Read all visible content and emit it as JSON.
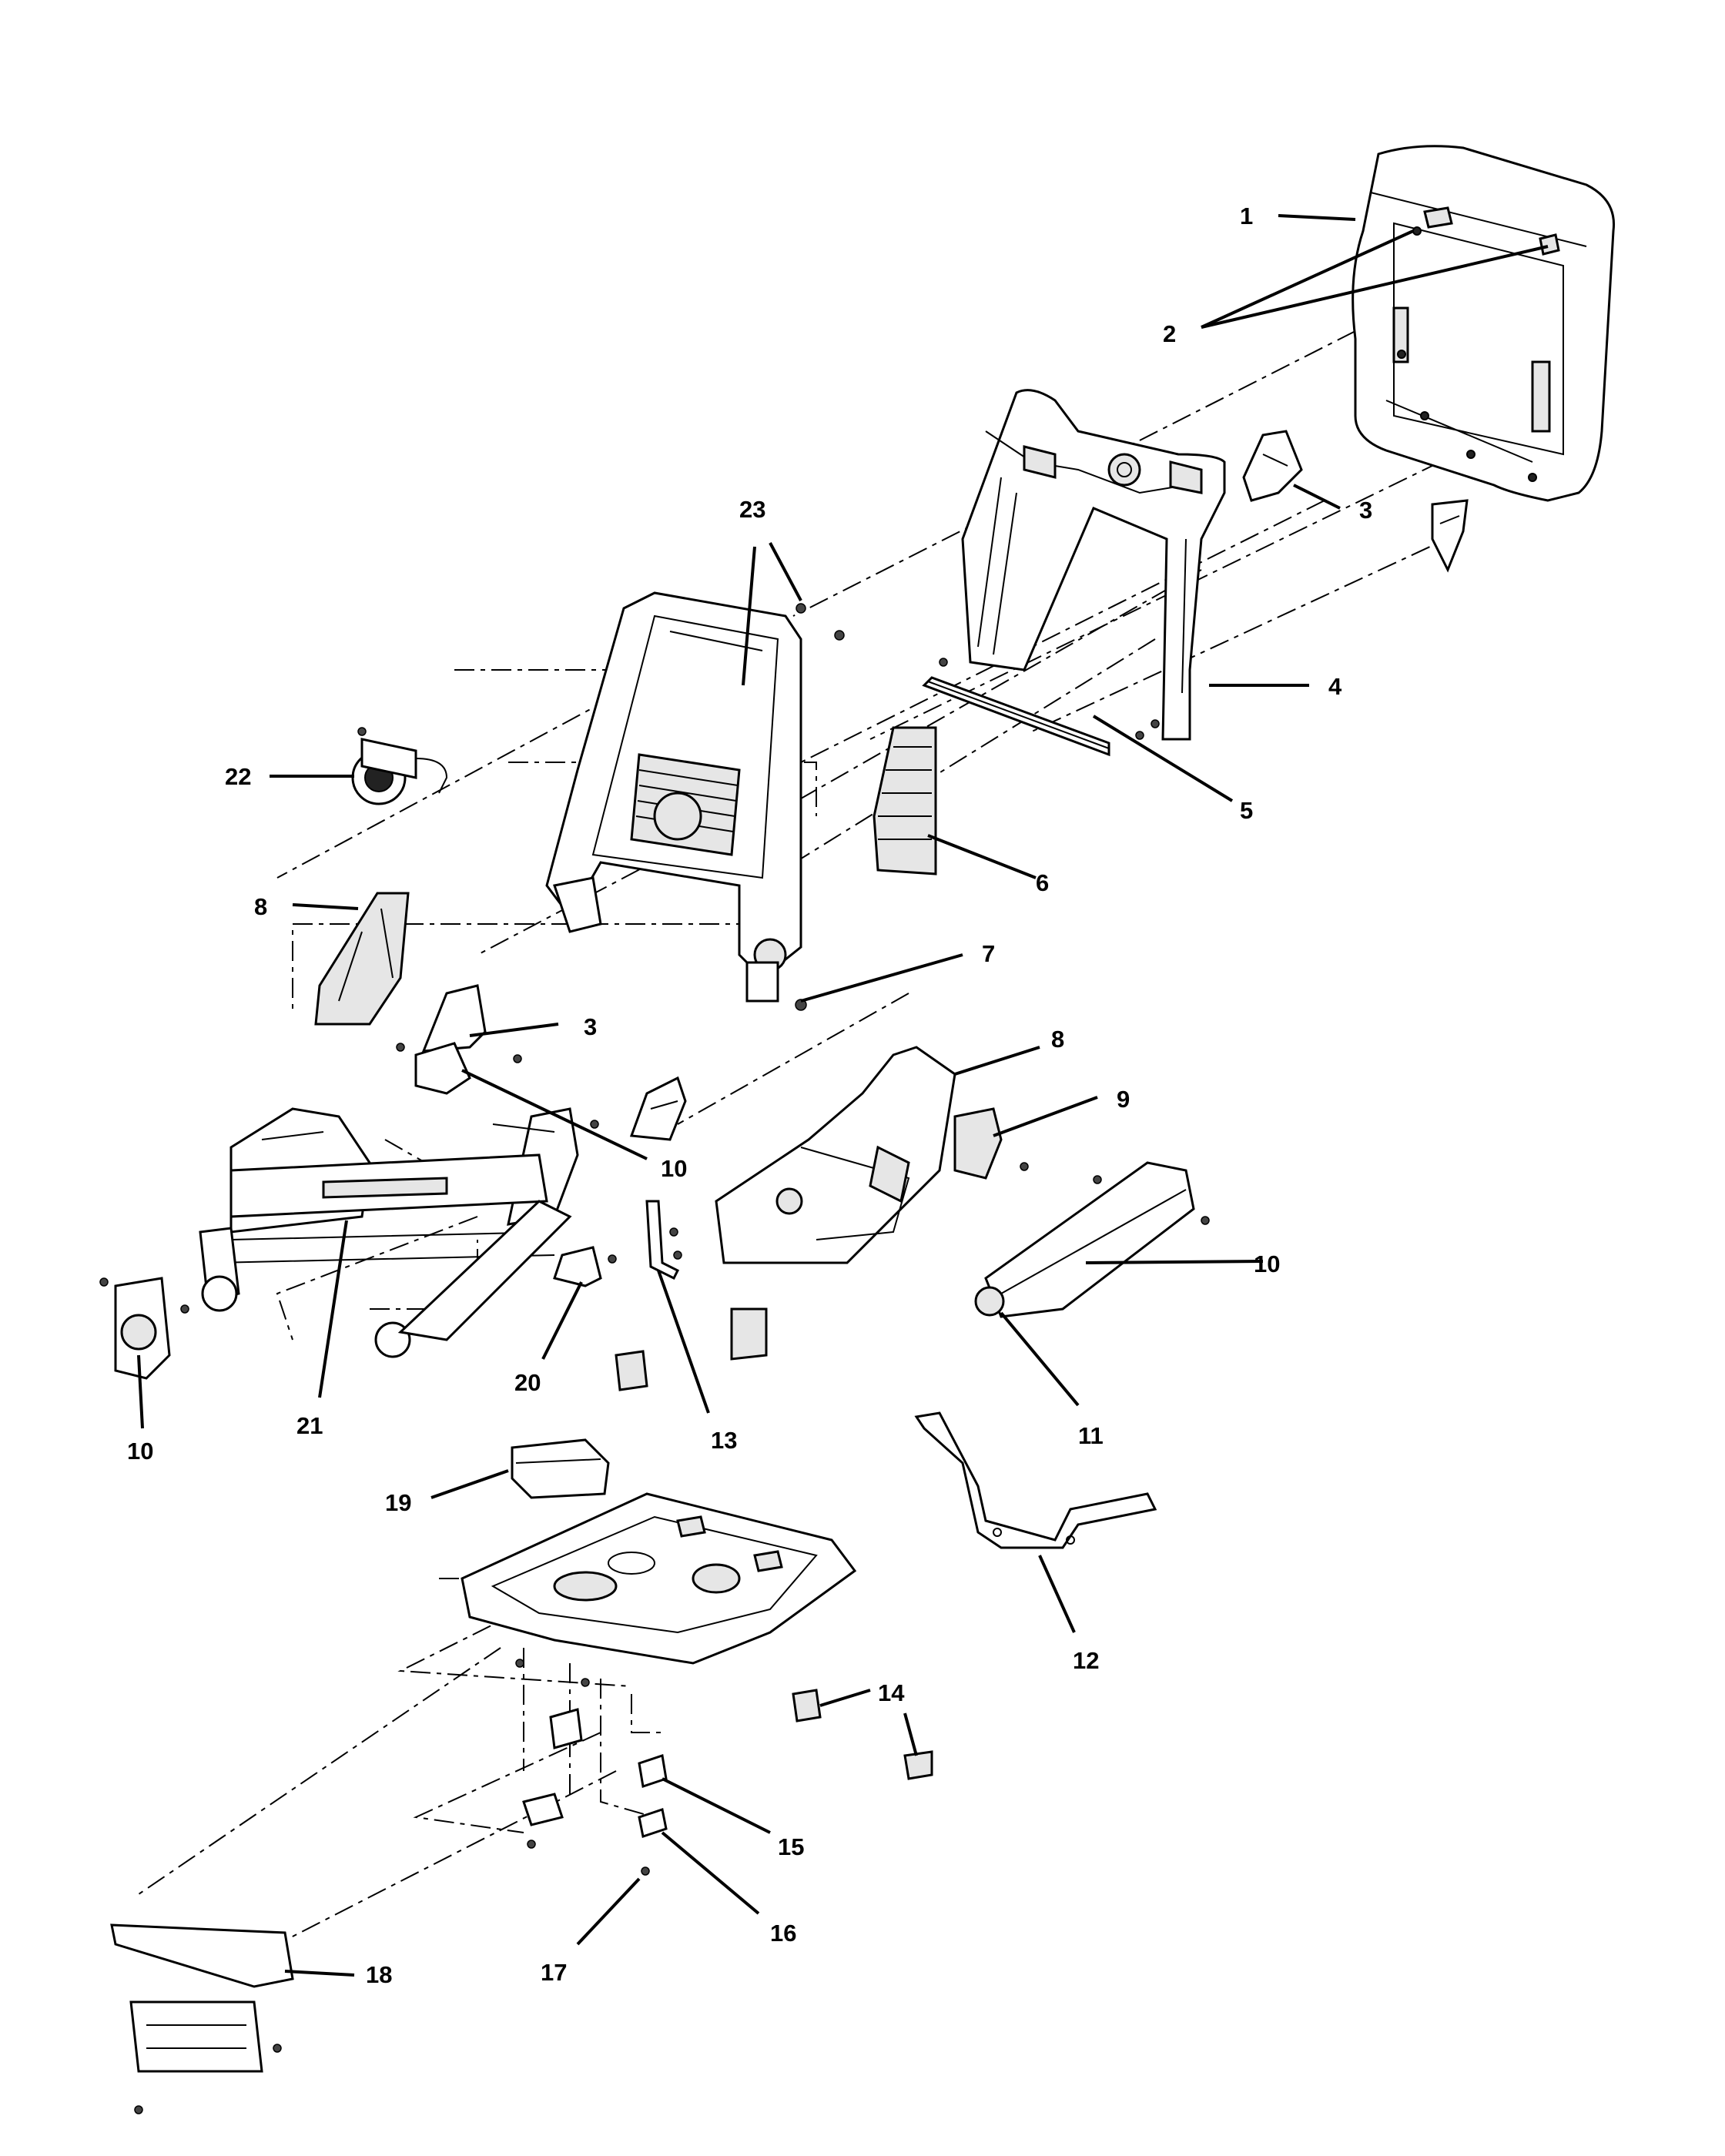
{
  "callouts": [
    {
      "id": "c1",
      "label": "1"
    },
    {
      "id": "c2",
      "label": "2"
    },
    {
      "id": "c3a",
      "label": "3"
    },
    {
      "id": "c3b",
      "label": "3"
    },
    {
      "id": "c4",
      "label": "4"
    },
    {
      "id": "c5",
      "label": "5"
    },
    {
      "id": "c6",
      "label": "6"
    },
    {
      "id": "c7",
      "label": "7"
    },
    {
      "id": "c8a",
      "label": "8"
    },
    {
      "id": "c8b",
      "label": "8"
    },
    {
      "id": "c9",
      "label": "9"
    },
    {
      "id": "c10a",
      "label": "10"
    },
    {
      "id": "c10b",
      "label": "10"
    },
    {
      "id": "c10c",
      "label": "10"
    },
    {
      "id": "c11",
      "label": "11"
    },
    {
      "id": "c12",
      "label": "12"
    },
    {
      "id": "c13",
      "label": "13"
    },
    {
      "id": "c14",
      "label": "14"
    },
    {
      "id": "c15",
      "label": "15"
    },
    {
      "id": "c16",
      "label": "16"
    },
    {
      "id": "c17",
      "label": "17"
    },
    {
      "id": "c18",
      "label": "18"
    },
    {
      "id": "c19",
      "label": "19"
    },
    {
      "id": "c20",
      "label": "20"
    },
    {
      "id": "c21",
      "label": "21"
    },
    {
      "id": "c22",
      "label": "22"
    },
    {
      "id": "c23",
      "label": "23"
    }
  ]
}
